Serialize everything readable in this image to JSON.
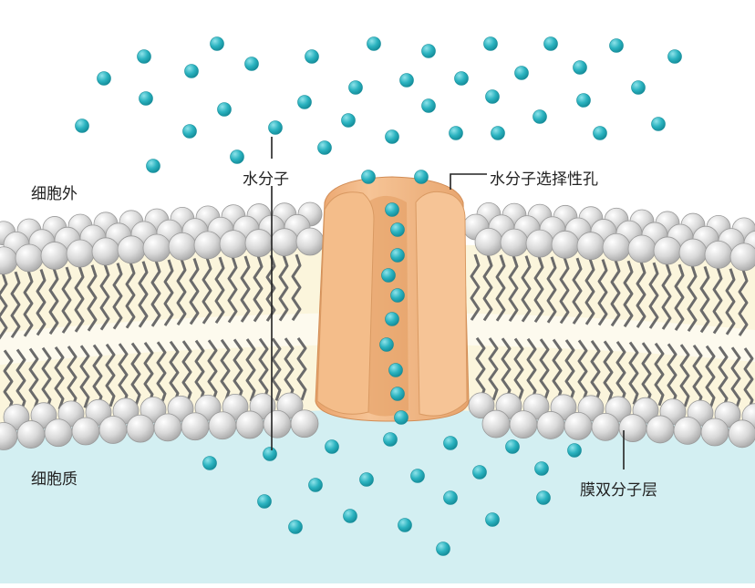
{
  "labels": {
    "outside": "细胞外",
    "inside": "细胞质",
    "water": "水分子",
    "channel": "水分子选择性孔",
    "bilayer": "膜双分子层"
  },
  "colors": {
    "outside_bg": "#ffffff",
    "cytoplasm": "#d3eff2",
    "membrane_core": "#fbf5dc",
    "head_fill": "#d6d6d6",
    "head_stroke": "#9a9a9a",
    "tail": "#6b6b6b",
    "protein": "#f2b680",
    "protein_dark": "#e29a5f",
    "water": "#2bb3c0",
    "water_edge": "#118a97",
    "line": "#222222"
  }
}
